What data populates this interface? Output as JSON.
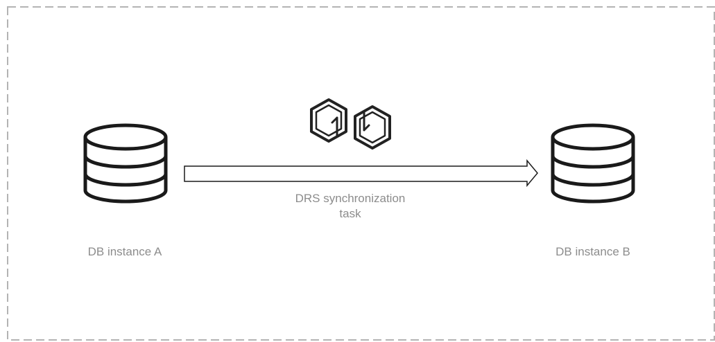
{
  "diagram": {
    "frame_style": "dashed",
    "colors": {
      "frame": "#b3b3b3",
      "stroke": "#1a1a1a",
      "text": "#8c8c8c",
      "background": "#ffffff"
    },
    "source": {
      "label": "DB instance A",
      "icon": "database-icon"
    },
    "target": {
      "label": "DB instance B",
      "icon": "database-icon"
    },
    "task": {
      "label_line1": "DRS synchronization",
      "label_line2": "task",
      "icon": "sync-hexagon-icon",
      "connector": "arrow-right"
    }
  }
}
